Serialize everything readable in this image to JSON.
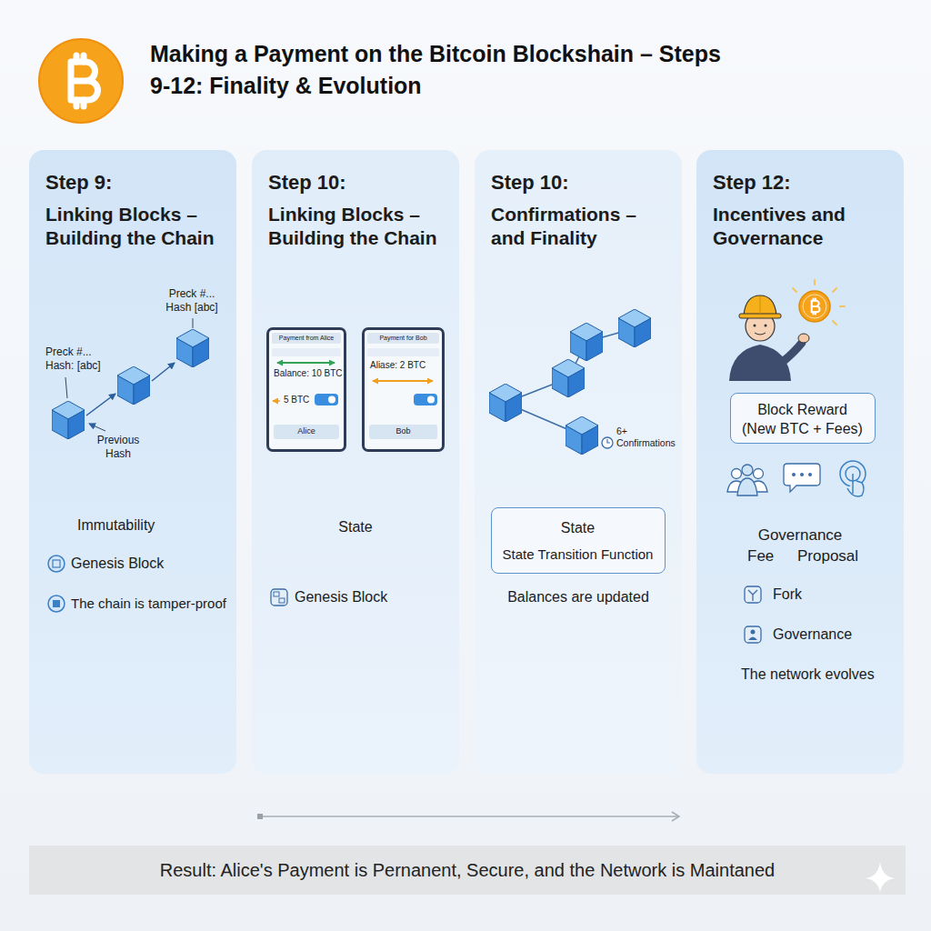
{
  "diagram": {
    "title": "Making a Payment on the Bitcoin Blockshain – Steps 9-12: Finality & Evolution",
    "nodes": [
      {
        "text": [
          "Step 9:",
          "Linking Blocks – Building the Chain"
        ]
      },
      {
        "text": [
          "Step 10:",
          "Linking Blocks – Building the Chain"
        ]
      },
      {
        "text": [
          "Payment from Alice",
          "Balance: 10 BTC",
          "5 BTC"
        ],
        "in": 1
      },
      {
        "text": [
          "Alice"
        ],
        "in": 2
      },
      {
        "text": [
          "Payment for Bob",
          "Aliase: 2 BTC"
        ],
        "in": 1
      },
      {
        "text": [
          "Bob"
        ],
        "in": 4
      },
      {
        "text": [
          "Step 10:",
          "Confirmations – and Finality"
        ]
      },
      {
        "text": [
          "State",
          "State Transition Function"
        ],
        "in": 6
      },
      {
        "text": [
          "Step 12:",
          "Incentives and Governance"
        ]
      },
      {
        "text": [
          "Block Reward",
          "(New BTC + Fees)"
        ],
        "in": 8
      },
      {
        "text": [
          "Result: Alice's Payment is Pernanent, Secure, and the Network is Maintaned"
        ]
      }
    ],
    "labels": [
      "Preck #... Hash [abc]",
      "Preck #... Hash: [abc]",
      "Previous Hash",
      "Immutability",
      "Genesis Block",
      "The chain is tamper-proof",
      "State",
      "Genesis Block",
      "6+ Confirmations",
      "Balances are updated",
      "Governance",
      "Fee",
      "Proposal",
      "Fork",
      "Governance",
      "The network evolves"
    ]
  }
}
